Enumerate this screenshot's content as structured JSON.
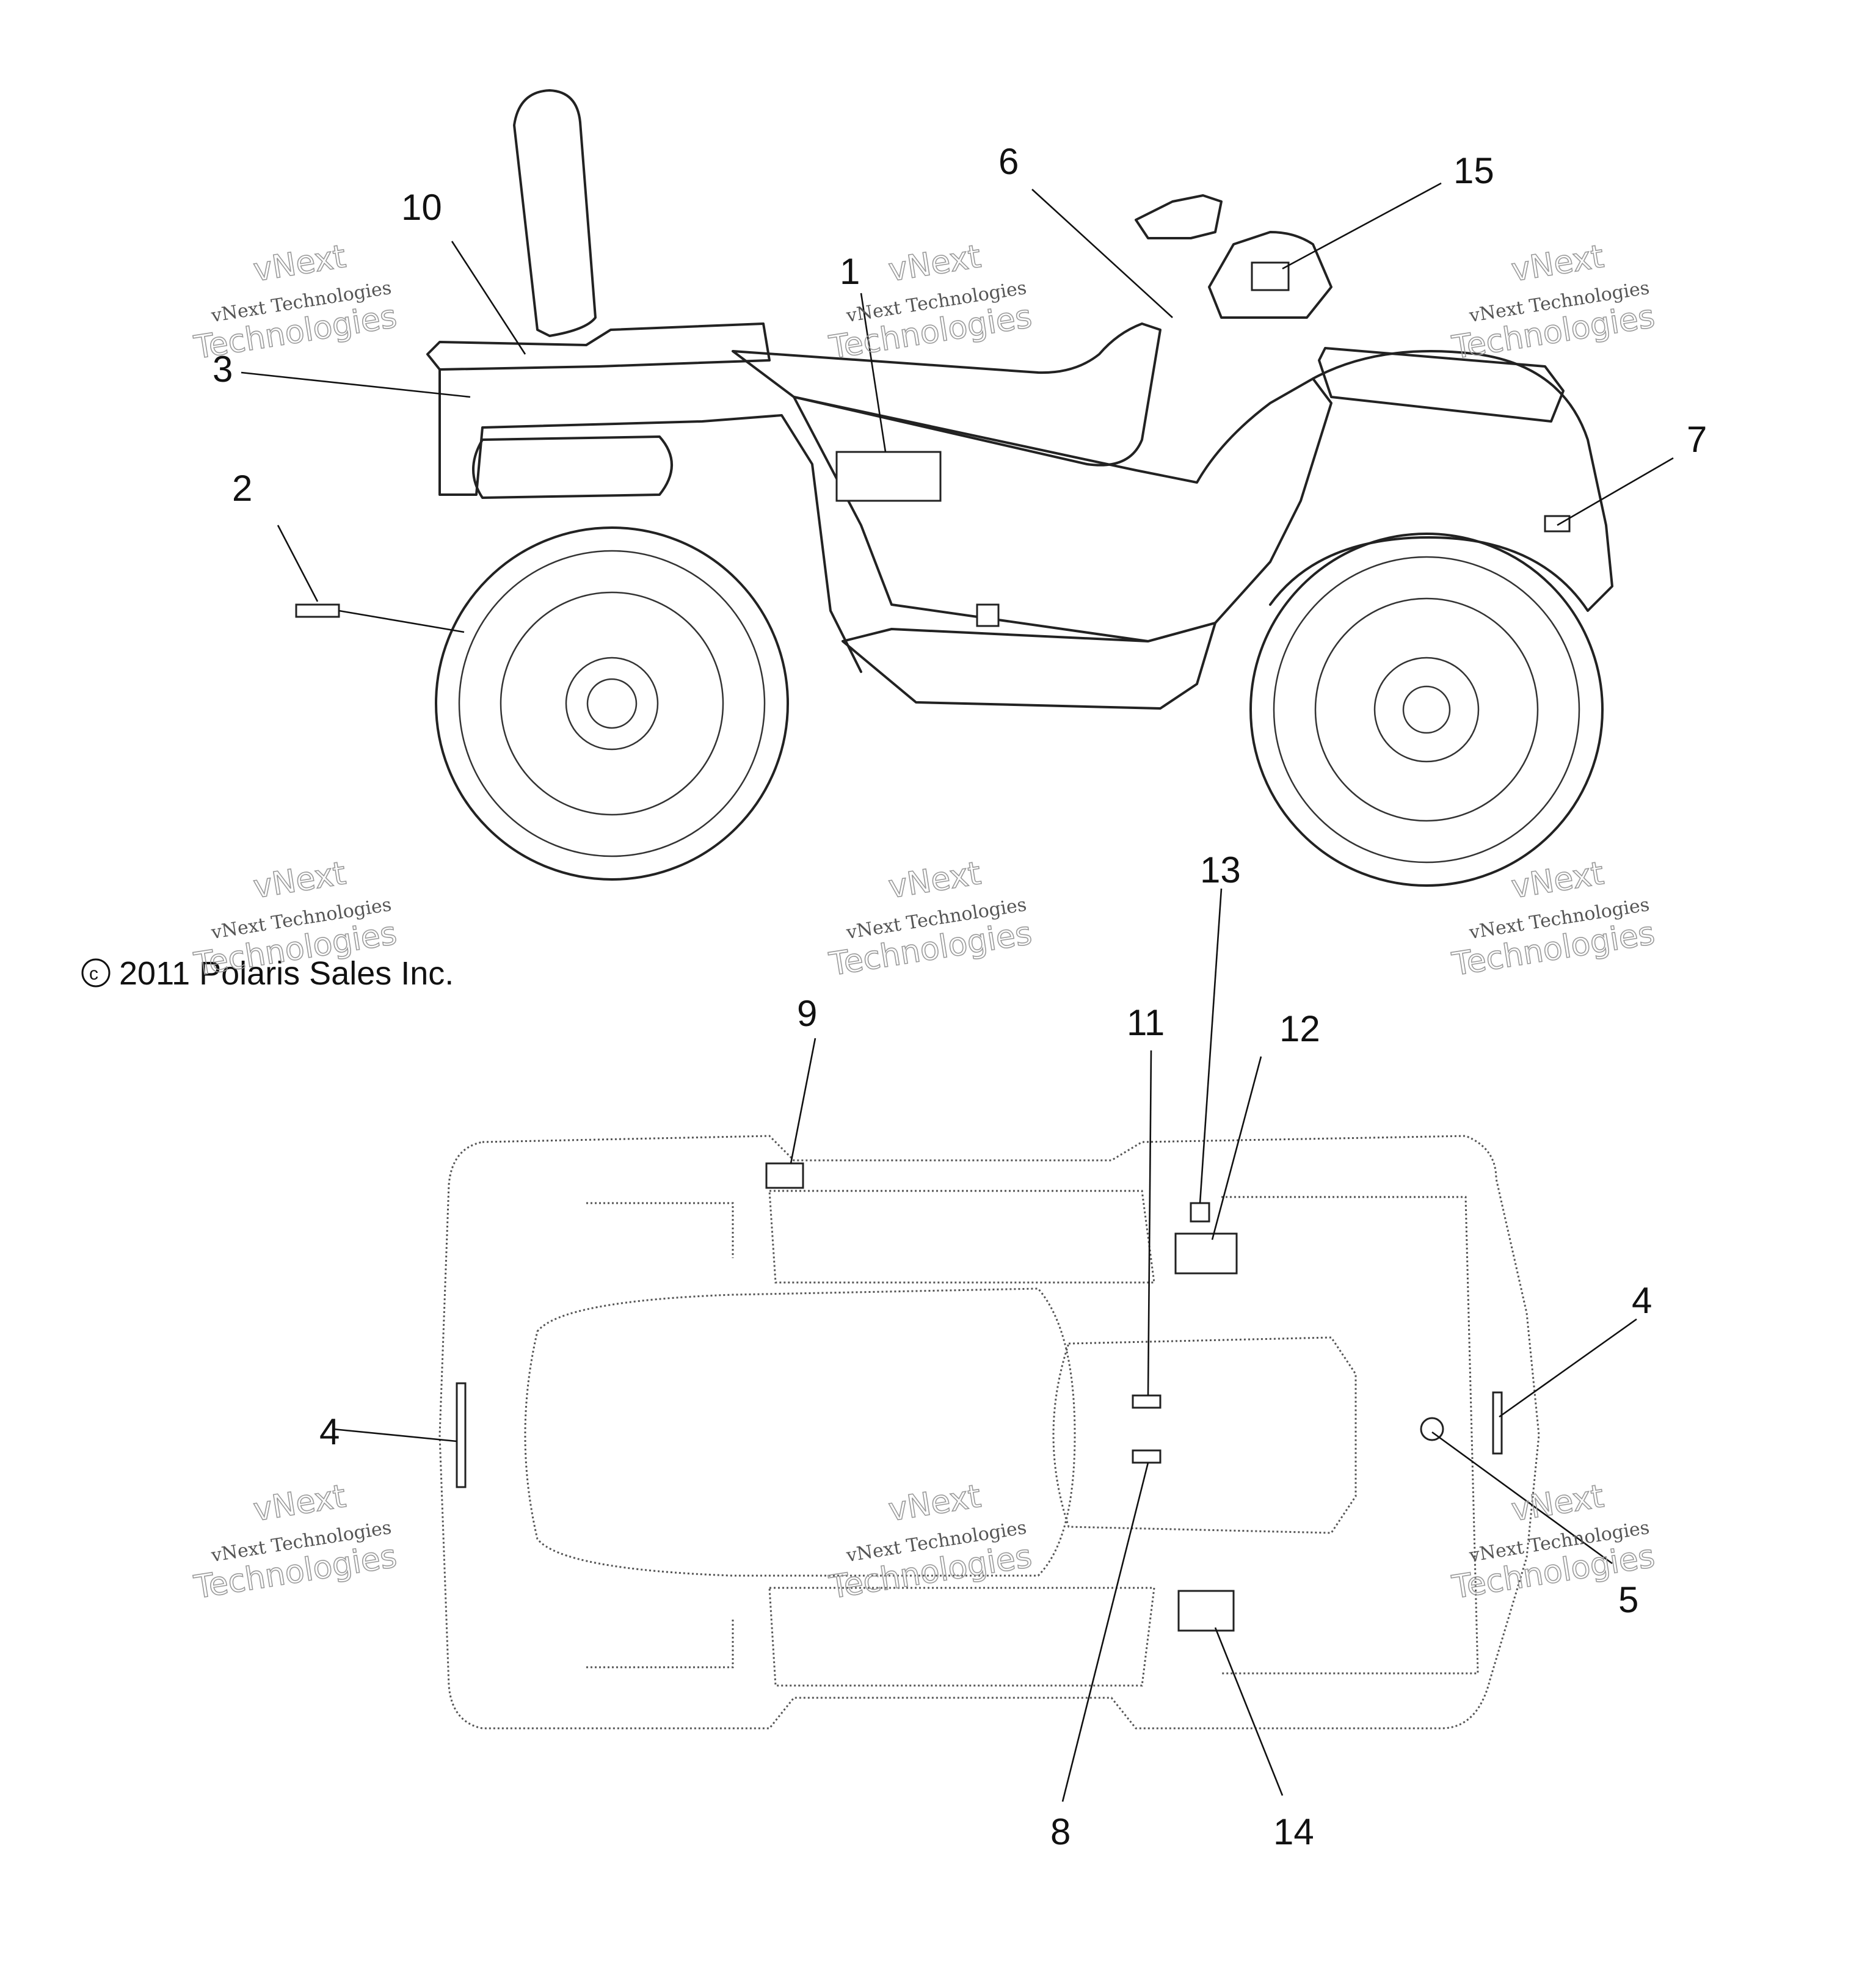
{
  "copyright": "2011 Polaris Sales Inc.",
  "watermark": {
    "small_text": "vNext Technologies",
    "big_line1": "vNext",
    "big_line2": "Technologies"
  },
  "callouts": [
    "1",
    "2",
    "3",
    "4",
    "4",
    "5",
    "6",
    "7",
    "8",
    "9",
    "10",
    "11",
    "12",
    "13",
    "14",
    "15"
  ],
  "colors": {
    "line": "#222222",
    "background": "#ffffff",
    "watermark": "#9a9a9a"
  }
}
